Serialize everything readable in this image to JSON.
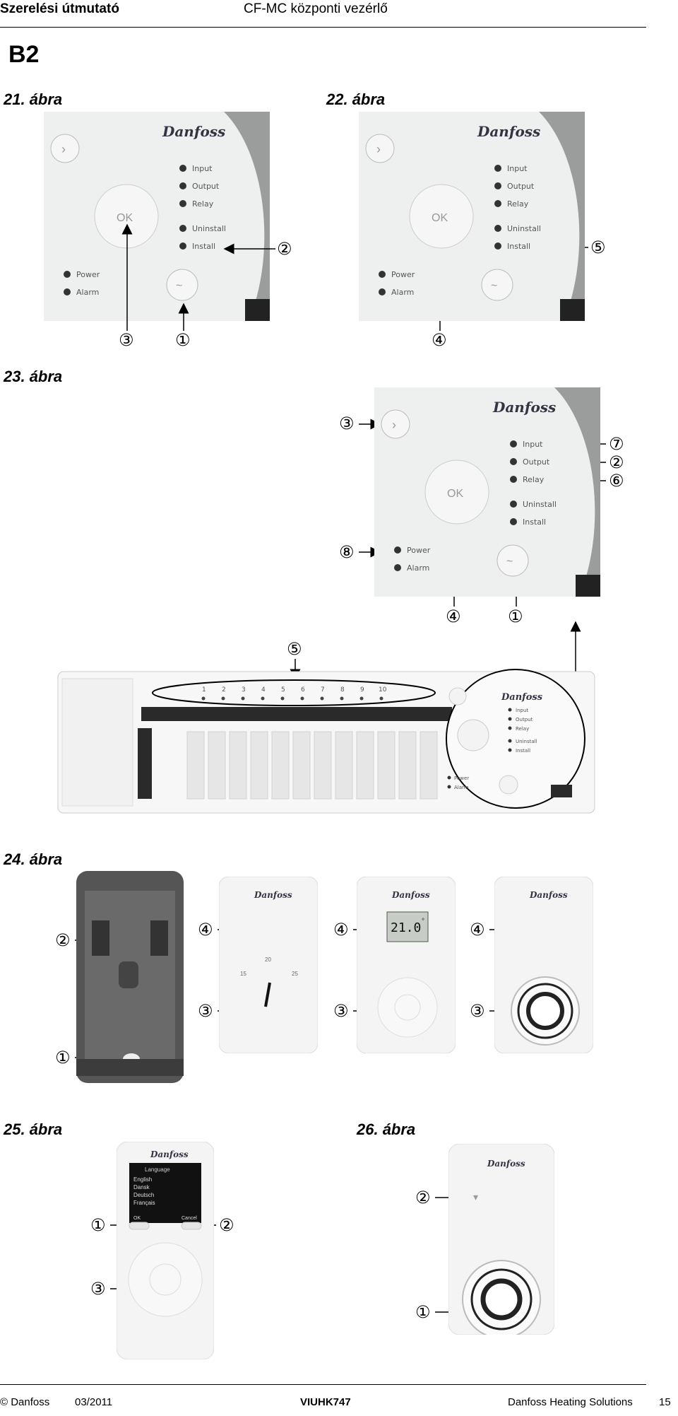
{
  "header": {
    "left": "Szerelési útmutató",
    "center": "CF-MC központi vezérlő"
  },
  "section": "B2",
  "figures": {
    "f21": "21. ábra",
    "f22": "22. ábra",
    "f23": "23. ábra",
    "f24": "24. ábra",
    "f25": "25. ábra",
    "f26": "26. ábra"
  },
  "panel": {
    "brand": "Danfoss",
    "leds": [
      "Input",
      "Output",
      "Relay",
      "Uninstall",
      "Install"
    ],
    "power": "Power",
    "alarm": "Alarm",
    "ok": "OK"
  },
  "channels": [
    "1",
    "2",
    "3",
    "4",
    "5",
    "6",
    "7",
    "8",
    "9",
    "10"
  ],
  "display": {
    "temp": "21.0",
    "unit": "°"
  },
  "dial": {
    "ticks": [
      "15",
      "20",
      "25"
    ]
  },
  "remote": {
    "menu_title": "Language",
    "items": [
      "English",
      "Dansk",
      "Deutsch",
      "Français"
    ],
    "ok": "OK",
    "cancel": "Cancel"
  },
  "callouts": {
    "c1": "①",
    "c2": "②",
    "c3": "③",
    "c4": "④",
    "c5": "⑤",
    "c6": "⑥",
    "c7": "⑦",
    "c8": "⑧"
  },
  "footer": {
    "copyright": "© Danfoss",
    "date": "03/2011",
    "code": "VIUHK747",
    "company": "Danfoss Heating Solutions",
    "page": "15"
  },
  "colors": {
    "panel_bg": "#eef0ef",
    "device_dark": "#4a4a4a",
    "led": "#333333"
  }
}
